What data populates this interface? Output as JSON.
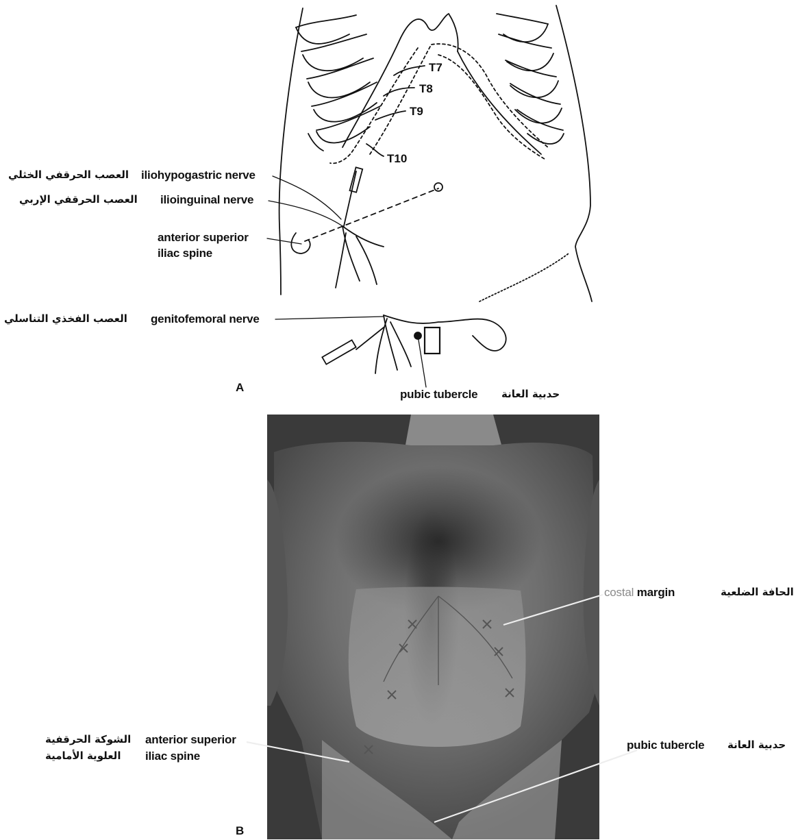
{
  "panel_a": {
    "letter": "A",
    "spinal_levels": [
      "T7",
      "T8",
      "T9",
      "T10"
    ],
    "labels": {
      "iliohypogastric": "iliohypogastric nerve",
      "ilioinguinal": "ilioinguinal nerve",
      "asis_line1": "anterior superior",
      "asis_line2": "iliac spine",
      "genitofemoral": "genitofemoral nerve",
      "pubic_tubercle": "pubic tubercle"
    },
    "arabic": {
      "iliohypogastric": "العصب الحرقفي الخثلي",
      "ilioinguinal": "العصب الحرقفي الإربي",
      "genitofemoral": "العصب الفخذي التناسلي",
      "pubic_tubercle": "حدبية العانة"
    }
  },
  "panel_b": {
    "letter": "B",
    "labels": {
      "costal_word": "costal",
      "margin_word": "margin",
      "asis_line1": "anterior superior",
      "asis_line2": "iliac spine",
      "pubic_tubercle": "pubic tubercle"
    },
    "arabic": {
      "costal_margin": "الحافة الضلعية",
      "asis_line1": "الشوكة الحرقفية",
      "asis_line2": "العلوية الأمامية",
      "pubic_tubercle": "حدبية العانة"
    }
  }
}
